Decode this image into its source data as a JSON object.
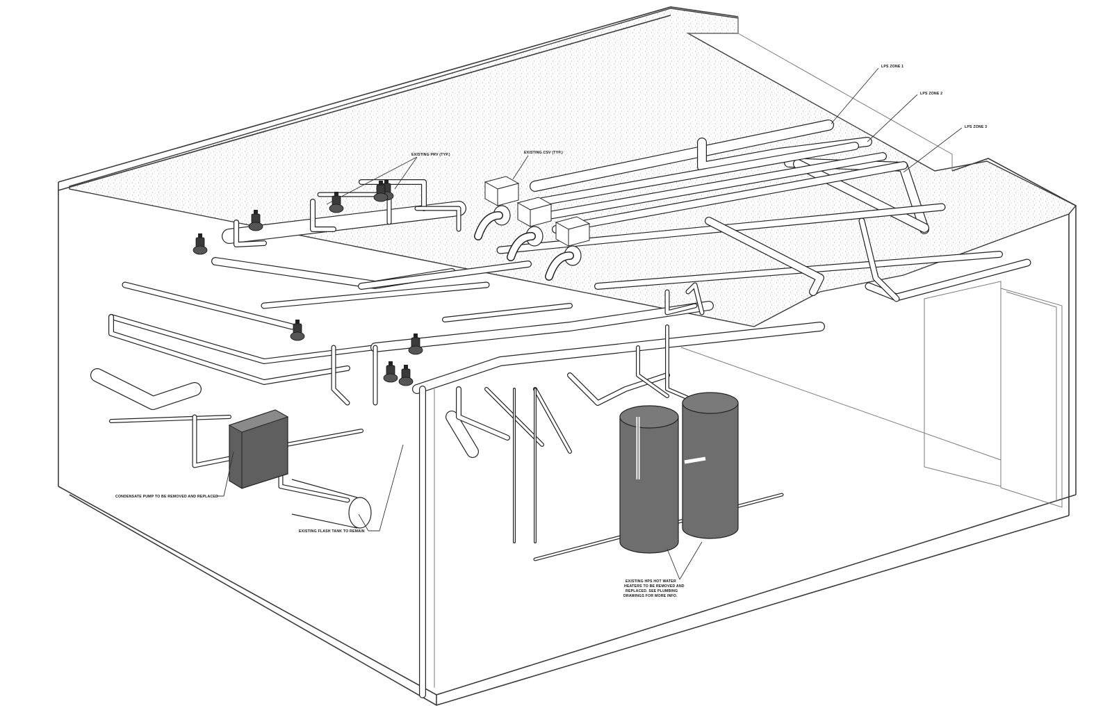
{
  "callouts": {
    "zone1": "LPS ZONE 1",
    "zone2": "LPS ZONE 2",
    "zone3": "LPS ZONE 3",
    "existing_prv": "EXISTING PRV (TYP.)",
    "existing_csv": "EXISTING CSV (TYP.)",
    "condensate_pump": "CONDENSATE PUMP TO BE REMOVED AND REPLACED",
    "flash_tank": "EXISTING FLASH TANK TO REMAIN",
    "water_heaters": [
      "EXISTING HPS HOT WATER",
      "HEATERS TO BE REMOVED AND",
      "REPLACED. SEE PLUMBING",
      "DRAWINGS FOR MORE INFO."
    ]
  },
  "colors": {
    "line": "#2a2a2a",
    "heater_fill": "#6e6e6e",
    "pump_fill": "#6a6a6a",
    "ceiling_stipple": "#9a9a9a"
  }
}
